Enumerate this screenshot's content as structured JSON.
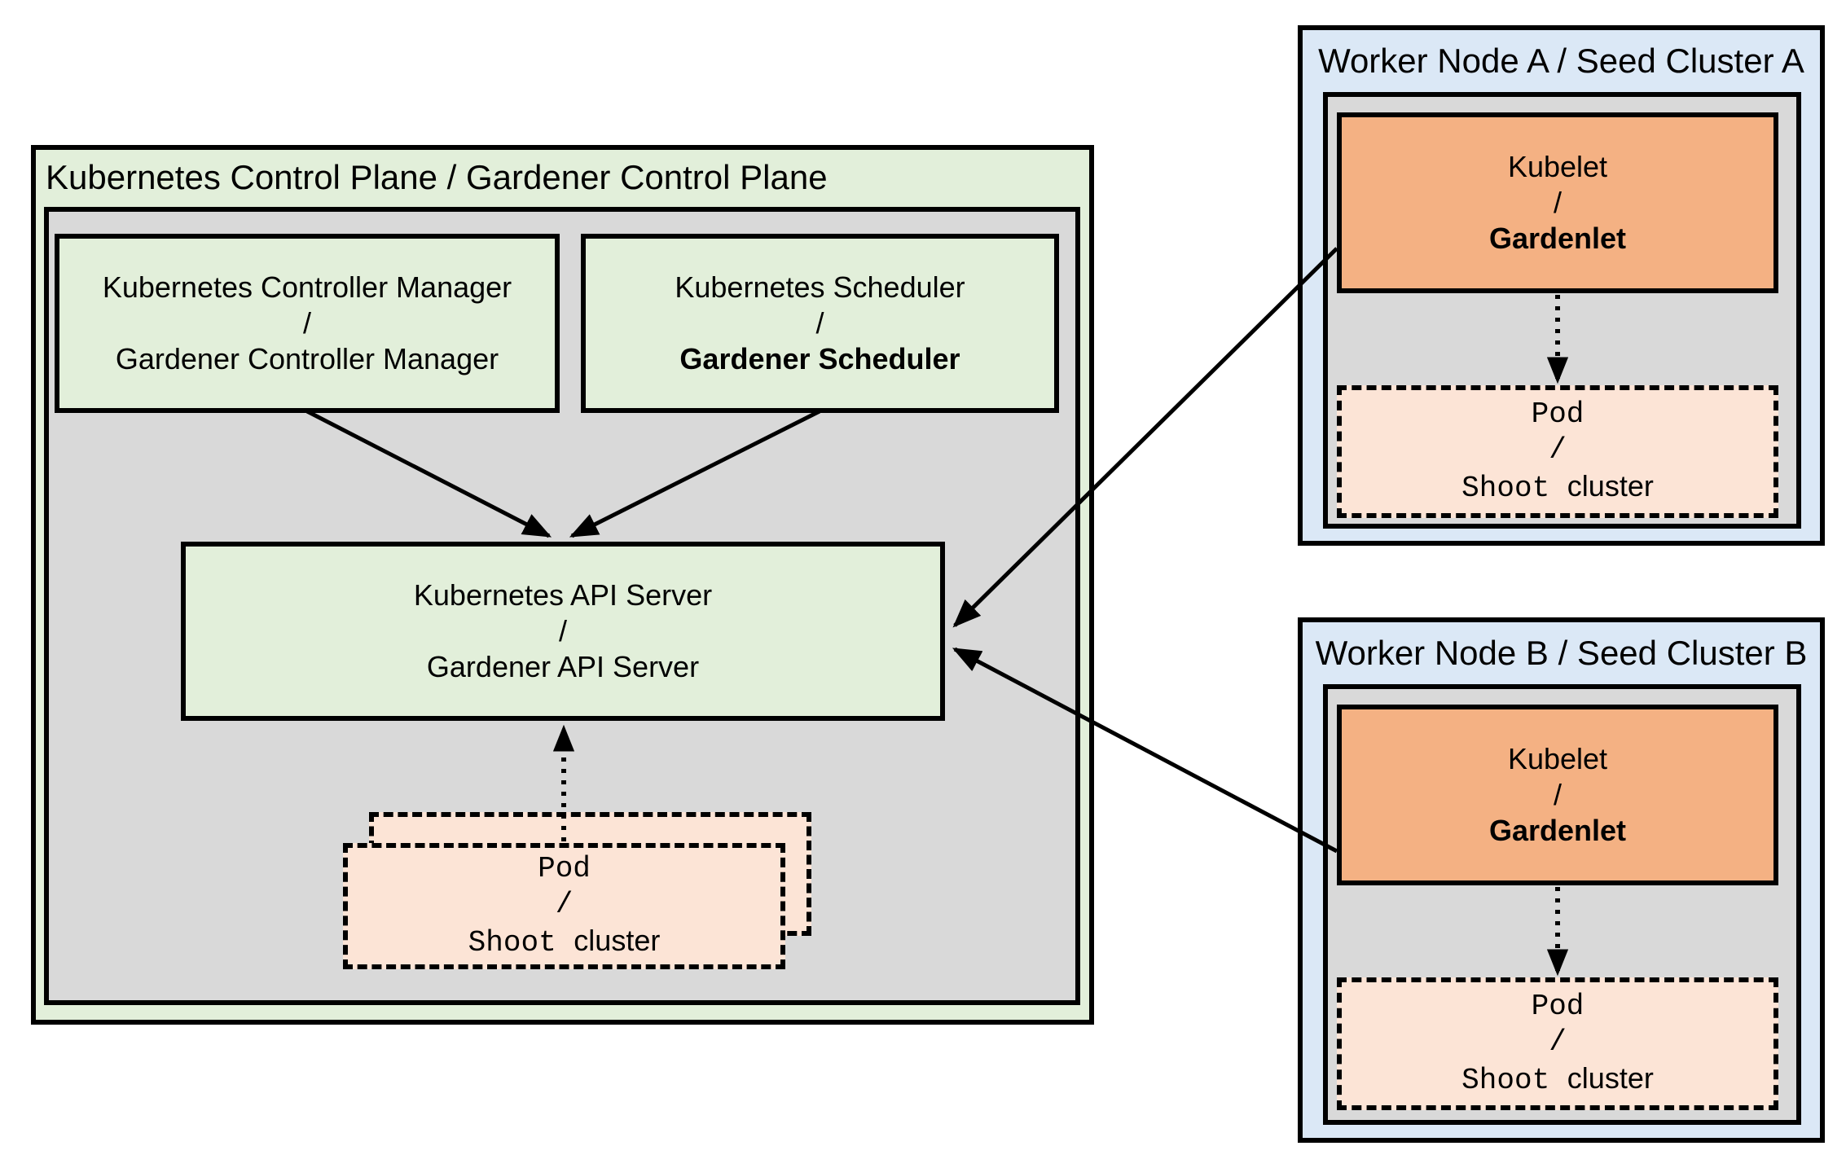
{
  "control_plane": {
    "title": "Kubernetes Control Plane / Gardener Control Plane",
    "controller_manager": {
      "line1": "Kubernetes Controller Manager",
      "sep": "/",
      "line2": "Gardener Controller Manager"
    },
    "scheduler": {
      "line1": "Kubernetes Scheduler",
      "sep": "/",
      "line2": "Gardener Scheduler"
    },
    "api_server": {
      "line1": "Kubernetes API Server",
      "sep": "/",
      "line2": "Gardener API Server"
    },
    "pod": {
      "line1": "Pod",
      "sep": "/",
      "line2_mono": "Shoot ",
      "line2_sans": "cluster"
    }
  },
  "worker_a": {
    "title": "Worker Node A / Seed Cluster A",
    "kubelet": {
      "line1": "Kubelet",
      "sep": "/",
      "line2": "Gardenlet"
    },
    "pod": {
      "line1": "Pod",
      "sep": "/",
      "line2_mono": "Shoot ",
      "line2_sans": "cluster"
    }
  },
  "worker_b": {
    "title": "Worker Node B / Seed Cluster B",
    "kubelet": {
      "line1": "Kubelet",
      "sep": "/",
      "line2": "Gardenlet"
    },
    "pod": {
      "line1": "Pod",
      "sep": "/",
      "line2_mono": "Shoot ",
      "line2_sans": "cluster"
    }
  },
  "colors": {
    "green_fill": "#e2efda",
    "gray_fill": "#d9d9d9",
    "blue_fill": "#dbe8f6",
    "orange_fill": "#f4b183",
    "peach_fill": "#fce4d6",
    "border": "#000000"
  }
}
